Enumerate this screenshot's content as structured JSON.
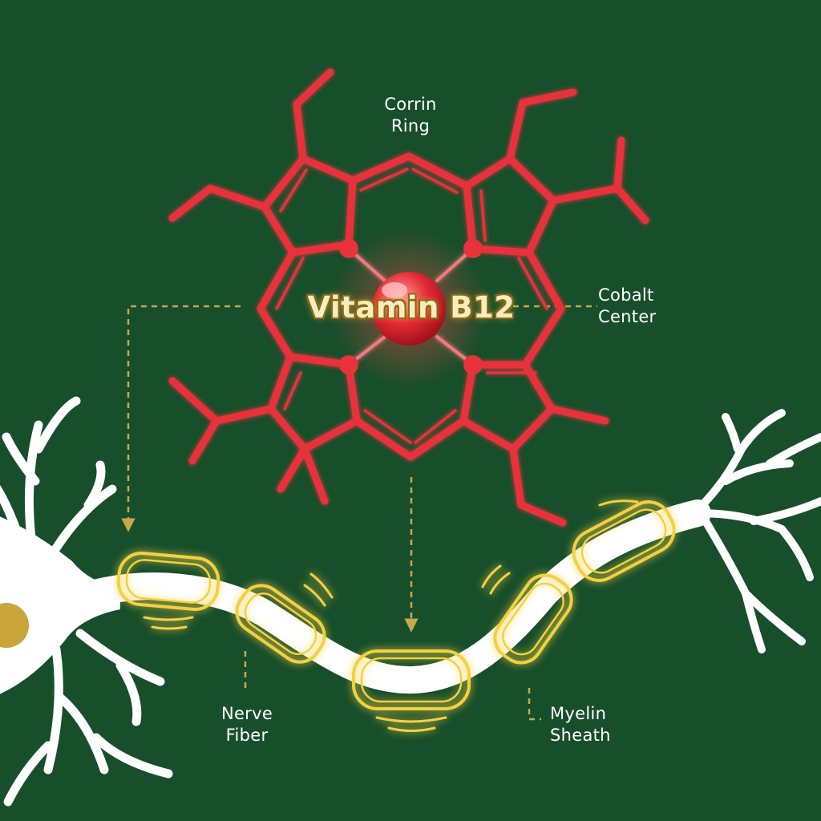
{
  "title": "Vitamin B12",
  "labels": {
    "corrin_ring": [
      "Corrin",
      "Ring"
    ],
    "cobalt_center": [
      "Cobalt",
      "Center"
    ],
    "nerve_fiber": [
      "Nerve",
      "Fiber"
    ],
    "myelin_sheath": [
      "Myelin",
      "Sheath"
    ]
  },
  "colors": {
    "background": "#174f2b",
    "molecule": "#e8333a",
    "cobalt": "#e42a33",
    "myelin_glow": "#f4d03f",
    "dashed_line": "#c9a84c",
    "neuron": "#ffffff",
    "nucleus": "#c9a53a"
  }
}
